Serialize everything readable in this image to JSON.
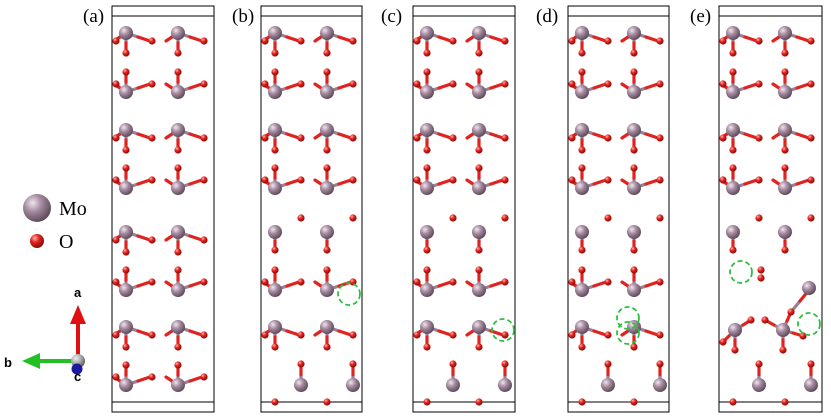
{
  "panels": [
    {
      "label": "(a)",
      "variant": "a"
    },
    {
      "label": "(b)",
      "variant": "b"
    },
    {
      "label": "(c)",
      "variant": "c"
    },
    {
      "label": "(d)",
      "variant": "d"
    },
    {
      "label": "(e)",
      "variant": "e"
    }
  ],
  "legend": {
    "mo": {
      "label": "Mo",
      "color": "#9a7f95"
    },
    "o": {
      "label": "O",
      "color": "#e0231f"
    }
  },
  "axes": {
    "a": {
      "label": "a",
      "color": "#e01010"
    },
    "b": {
      "label": "b",
      "color": "#22c022"
    },
    "c": {
      "label": "c",
      "color": "#1a1aa0"
    }
  },
  "vacancy_color": "#2fbf3f",
  "bond_colors": [
    "#9a7f95",
    "#e0231f"
  ]
}
